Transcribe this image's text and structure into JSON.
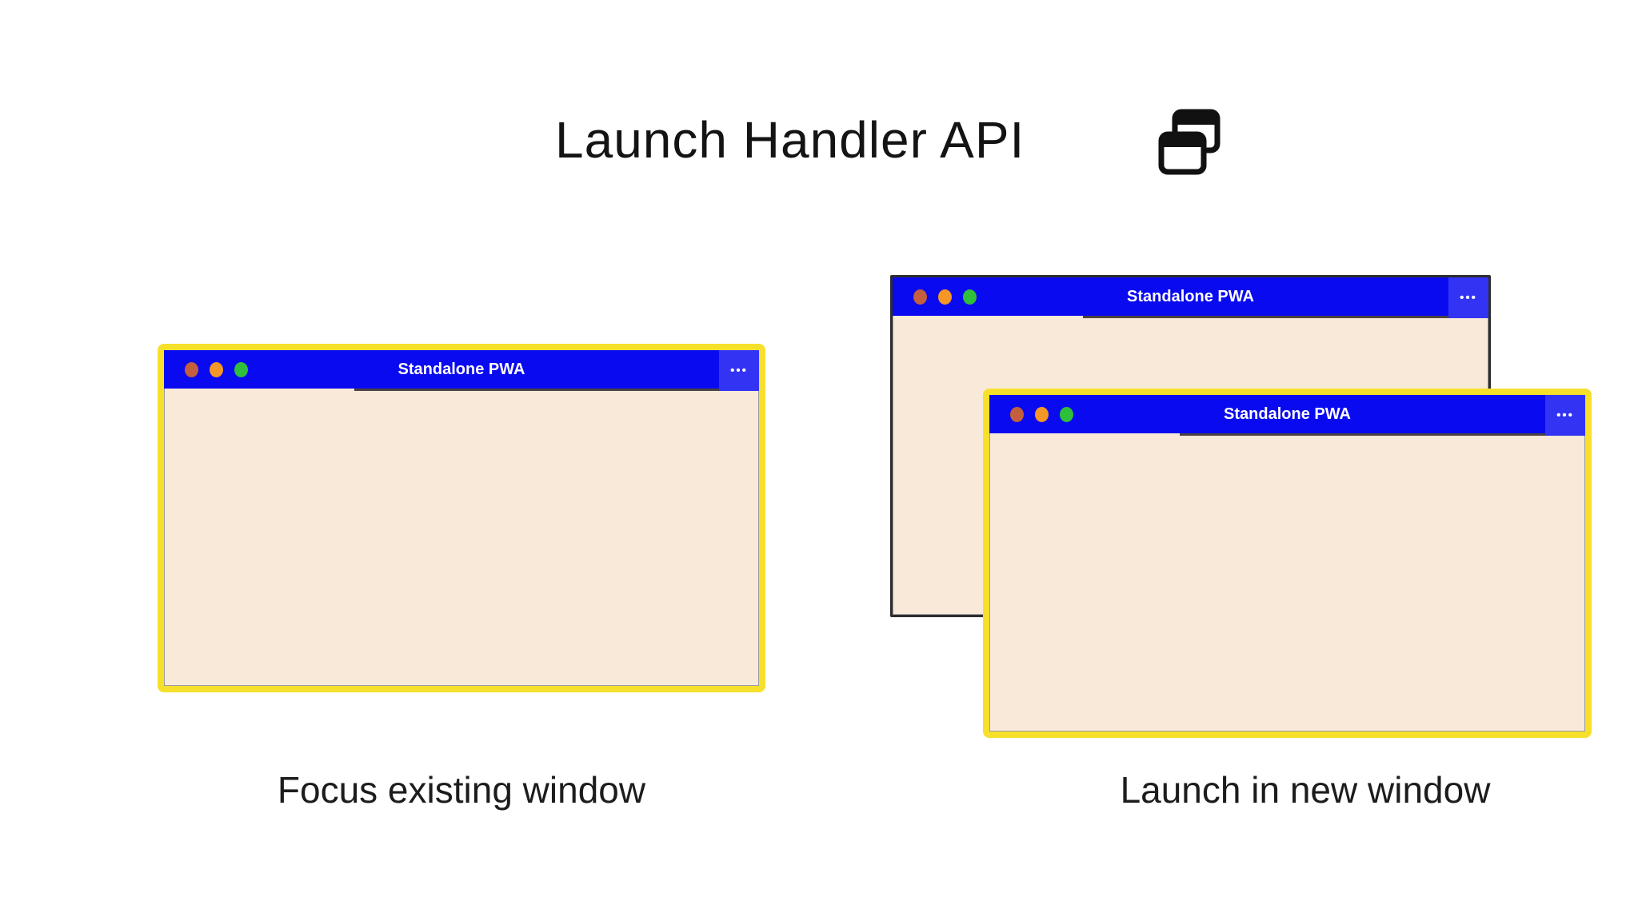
{
  "header": {
    "title": "Launch Handler API",
    "icon": "overlapping-windows"
  },
  "windows": [
    {
      "id": "focus-existing",
      "title": "Standalone PWA",
      "more_options": "•••",
      "focused": true
    },
    {
      "id": "background-window",
      "title": "Standalone PWA",
      "more_options": "•••",
      "focused": false
    },
    {
      "id": "new-window",
      "title": "Standalone PWA",
      "more_options": "•••",
      "focused": true
    }
  ],
  "captions": {
    "left": "Focus existing window",
    "right": "Launch in new window"
  },
  "colors": {
    "titlebar_blue": "#0a0af0",
    "menu_block_blue": "#3334f3",
    "window_content_cream": "#f8e9d8",
    "focus_outline_yellow": "#f6e02b",
    "unfocused_border_dark": "#2d2d2d",
    "dot_red": "#c35f3d",
    "dot_orange": "#f49726",
    "dot_green": "#2fbf3b"
  }
}
